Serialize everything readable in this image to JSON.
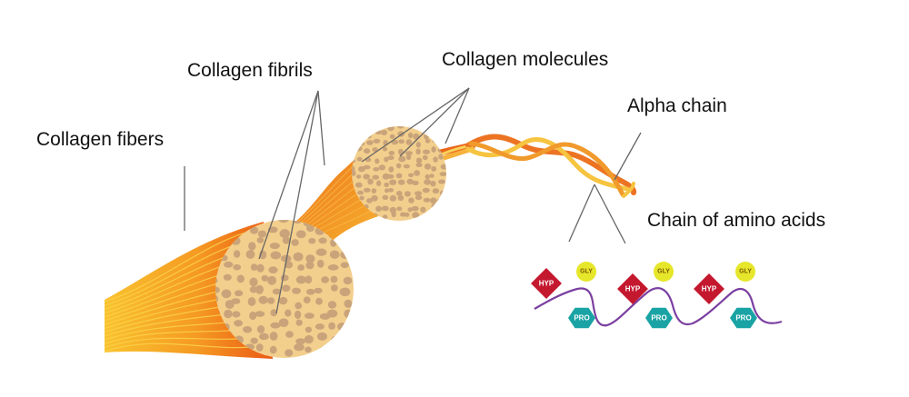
{
  "labels": {
    "collagen_fibers": "Collagen fibers",
    "collagen_fibrils": "Collagen fibrils",
    "collagen_molecules": "Collagen molecules",
    "alpha_chain": "Alpha chain",
    "amino_acids_chain": "Chain of amino acids"
  },
  "amino_acids": {
    "hyp": "HYP",
    "gly": "GLY",
    "pro": "PRO"
  },
  "colors": {
    "fiber_orange": "#f07a1e",
    "fiber_yellow": "#f9c22e",
    "fibril_tan": "#f3cf8e",
    "fibril_dot": "#c9a47a",
    "hyp": "#c4182f",
    "gly": "#e6e62a",
    "pro": "#1aa3a4",
    "backbone": "#7b3fa0"
  }
}
